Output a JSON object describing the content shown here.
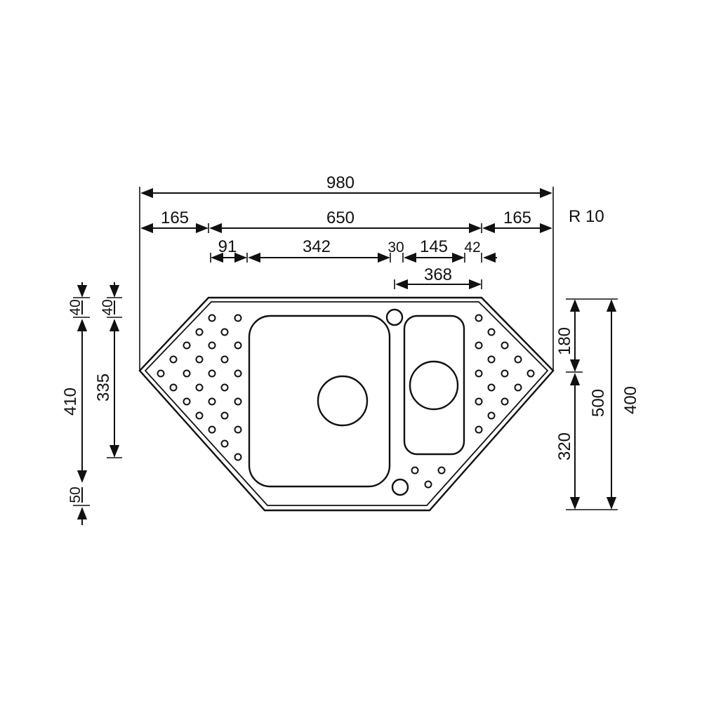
{
  "drawing": {
    "radius_note": "R 10",
    "dimensions": {
      "overall_width": "980",
      "left_wing": "165",
      "center": "650",
      "right_wing": "165",
      "offset_91": "91",
      "main_bowl_width": "342",
      "gap_30": "30",
      "small_bowl_width": "145",
      "offset_42": "42",
      "small_section": "368",
      "left_top_40_a": "40",
      "left_top_40_b": "40",
      "left_height_410": "410",
      "left_height_335": "335",
      "left_bottom_50": "50",
      "right_180": "180",
      "right_320": "320",
      "right_500": "500",
      "right_400": "400"
    },
    "colors": {
      "stroke": "#111111",
      "background": "#ffffff"
    }
  }
}
